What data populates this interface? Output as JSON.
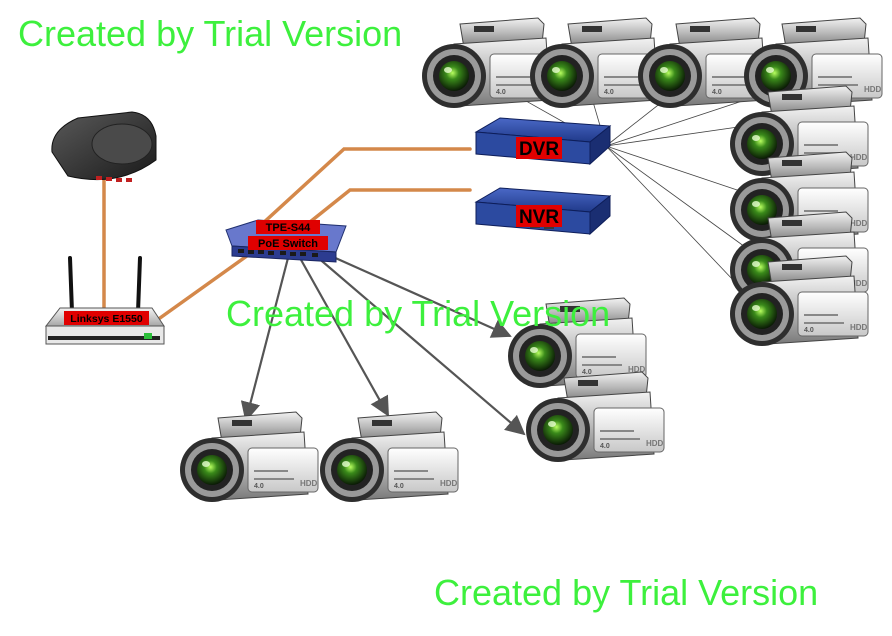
{
  "watermark": {
    "text": "Created by Trial Version",
    "color": "#3df03d"
  },
  "devices": {
    "router_label": "Linksys E1550",
    "switch_label_line1": "TPE-S44",
    "switch_label_line2": "PoE Switch",
    "dvr_label": "DVR",
    "nvr_label": "NVR"
  },
  "camera": {
    "badge": "HDD",
    "spec": "4.0"
  },
  "colors": {
    "label_background": "#e00000",
    "label_text": "#000000",
    "cable": "#d4884a",
    "recorder_body": "#2c4aa0",
    "switch_body": "#4656b4",
    "arrow": "#555555"
  }
}
